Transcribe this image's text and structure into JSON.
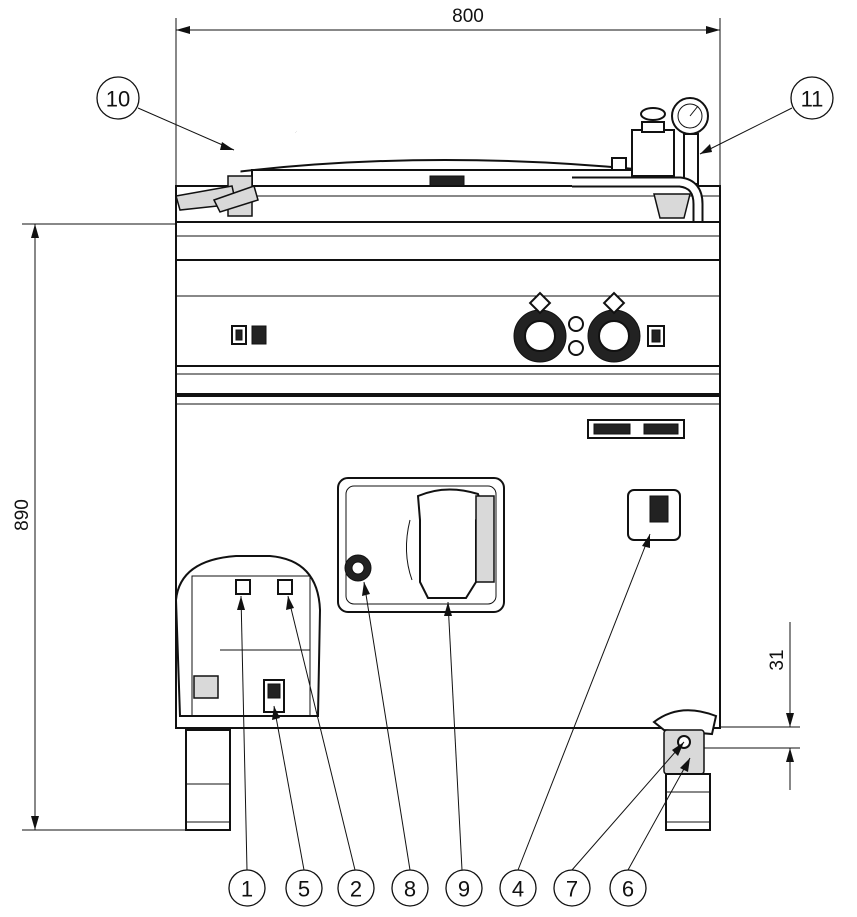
{
  "dimensions": {
    "width": "800",
    "height": "890",
    "foot_gap": "31"
  },
  "callouts": [
    {
      "id": "c10",
      "label": "10"
    },
    {
      "id": "c11",
      "label": "11"
    },
    {
      "id": "c1",
      "label": "1"
    },
    {
      "id": "c5",
      "label": "5"
    },
    {
      "id": "c2",
      "label": "2"
    },
    {
      "id": "c8",
      "label": "8"
    },
    {
      "id": "c9",
      "label": "9"
    },
    {
      "id": "c4",
      "label": "4"
    },
    {
      "id": "c7",
      "label": "7"
    },
    {
      "id": "c6",
      "label": "6"
    }
  ]
}
